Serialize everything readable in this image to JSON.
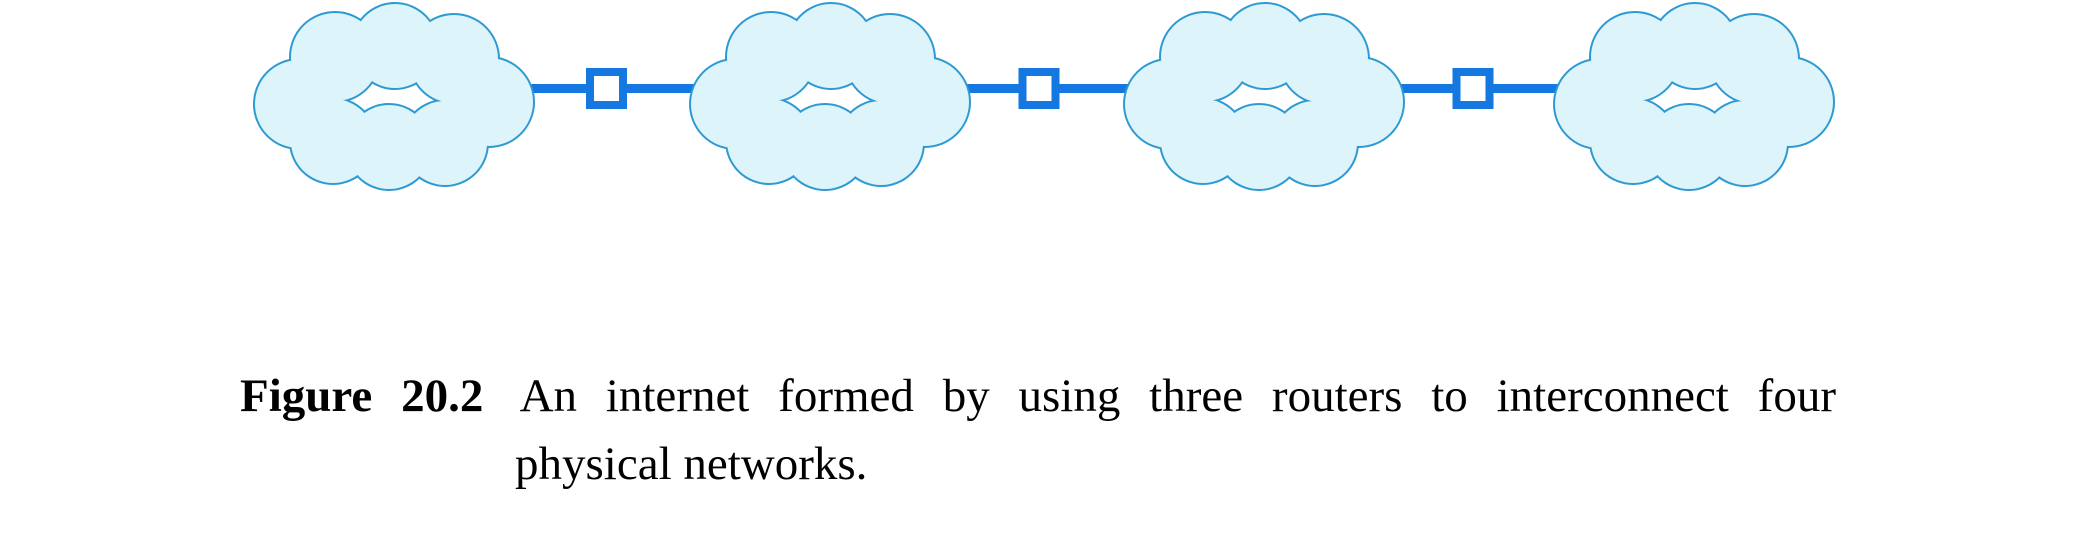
{
  "caption": {
    "label": "Figure 20.2",
    "line1": "An internet formed by using three routers to interconnect four",
    "line2": "physical networks."
  },
  "diagram": {
    "type": "network-topology",
    "clouds": [
      "physical-network-1",
      "physical-network-2",
      "physical-network-3",
      "physical-network-4"
    ],
    "routers": [
      "router-1",
      "router-2",
      "router-3"
    ],
    "links": [
      "link-network1-network2",
      "link-network2-network3",
      "link-network3-network4"
    ]
  },
  "theme": {
    "background": "#ffffff",
    "cloud_fill": "#ddf4fb",
    "cloud_outline": "#2d9ad2",
    "link_blue": "#1577e0",
    "router_fill": "#ffffff",
    "caption_color": "#000000"
  }
}
